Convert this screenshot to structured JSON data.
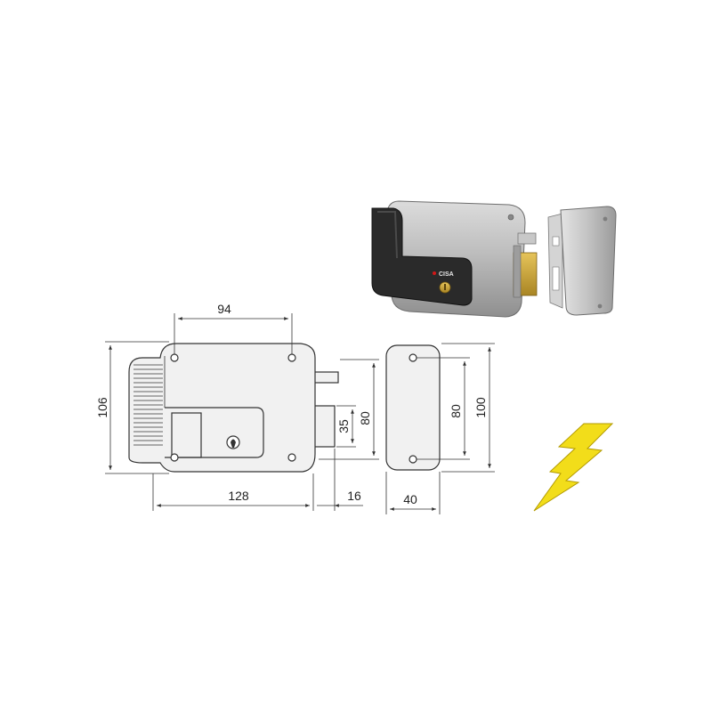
{
  "product": {
    "brand_label": "CISA"
  },
  "front_view": {
    "dim_hole_spacing": "94",
    "dim_height": "106",
    "dim_width": "128",
    "dim_bolt_projection": "16",
    "dim_bolt_height": "35",
    "dim_latch_height": "80"
  },
  "strike_view": {
    "dim_hole_spacing": "80",
    "dim_height": "100",
    "dim_width": "40"
  },
  "colors": {
    "lock_body": "#f1f1f1",
    "drawing_line": "#333333",
    "photo_body": "#b8b8b8",
    "photo_handle": "#2a2a2a",
    "brass": "#c9a53d",
    "lightning": "#f2dd1a"
  },
  "icons": {
    "electric": "lightning-bolt-icon"
  }
}
